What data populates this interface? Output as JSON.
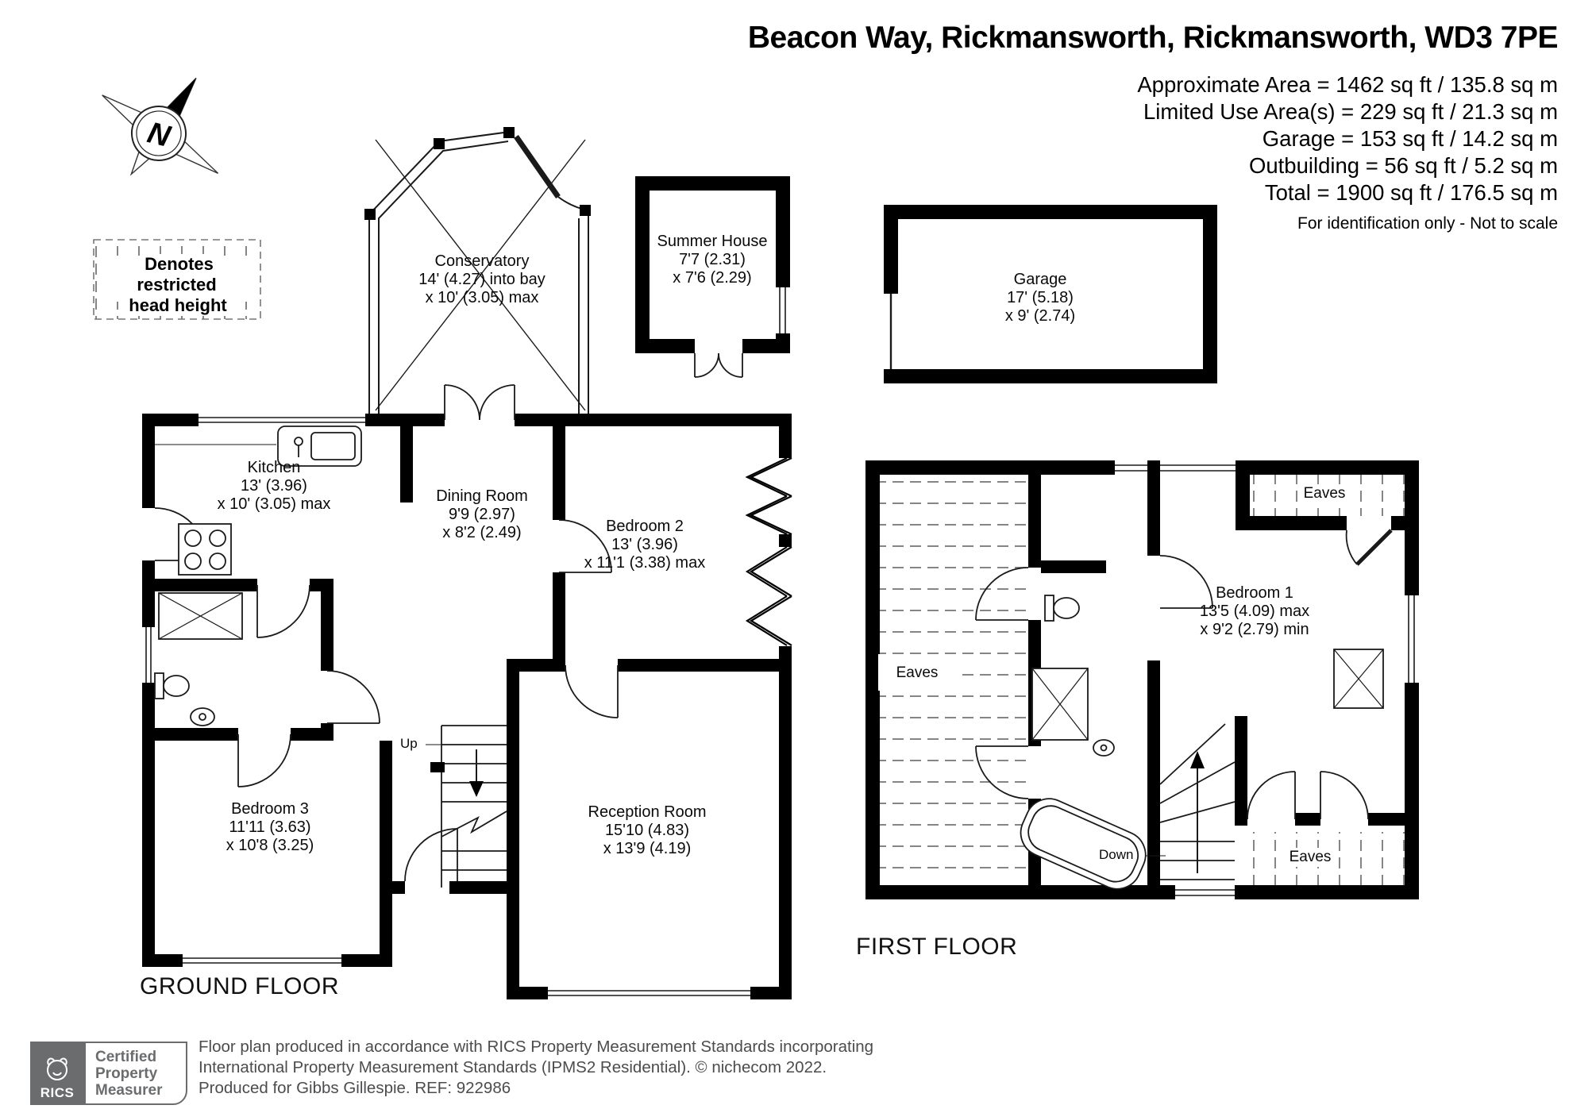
{
  "header": {
    "title": "Beacon Way, Rickmansworth, Rickmansworth, WD3 7PE",
    "area_lines": [
      "Approximate Area = 1462 sq ft / 135.8 sq m",
      "Limited Use Area(s) = 229 sq ft / 21.3 sq m",
      "Garage = 153 sq ft / 14.2 sq m",
      "Outbuilding = 56 sq ft / 5.2 sq m",
      "Total = 1900 sq ft / 176.5 sq m"
    ],
    "disclaimer": "For identification only - Not to scale"
  },
  "legend": {
    "restricted_line1": "Denotes restricted",
    "restricted_line2": "head height",
    "compass_letter": "N"
  },
  "ground_floor": {
    "floor_label": "GROUND FLOOR",
    "stairs_label": "Up",
    "rooms": {
      "conservatory": {
        "name": "Conservatory",
        "dim1": "14' (4.27) into bay",
        "dim2": "x 10' (3.05) max"
      },
      "kitchen": {
        "name": "Kitchen",
        "dim1": "13' (3.96)",
        "dim2": "x 10' (3.05) max"
      },
      "dining_room": {
        "name": "Dining Room",
        "dim1": "9'9 (2.97)",
        "dim2": "x 8'2 (2.49)"
      },
      "bedroom_2": {
        "name": "Bedroom 2",
        "dim1": "13' (3.96)",
        "dim2": "x 11'1 (3.38) max"
      },
      "bedroom_3": {
        "name": "Bedroom 3",
        "dim1": "11'11 (3.63)",
        "dim2": "x 10'8 (3.25)"
      },
      "reception_room": {
        "name": "Reception Room",
        "dim1": "15'10 (4.83)",
        "dim2": "x 13'9 (4.19)"
      }
    }
  },
  "outbuildings": {
    "summer_house": {
      "name": "Summer House",
      "dim1": "7'7 (2.31)",
      "dim2": "x 7'6 (2.29)"
    },
    "garage": {
      "name": "Garage",
      "dim1": "17' (5.18)",
      "dim2": "x 9' (2.74)"
    }
  },
  "first_floor": {
    "floor_label": "FIRST FLOOR",
    "stairs_label": "Down",
    "eaves_label": "Eaves",
    "rooms": {
      "bedroom_1": {
        "name": "Bedroom 1",
        "dim1": "13'5 (4.09) max",
        "dim2": "x 9'2 (2.79) min"
      }
    }
  },
  "footer": {
    "rics_label": "RICS",
    "certified_lines": [
      "Certified",
      "Property",
      "Measurer"
    ],
    "credit_lines": [
      "Floor plan produced in accordance with RICS Property Measurement Standards incorporating",
      "International Property Measurement Standards (IPMS2 Residential).   © nichecom 2022.",
      "Produced for Gibbs Gillespie.   REF: 922986"
    ]
  },
  "colors": {
    "wall": "#000000",
    "hatch": "#6f6f6f",
    "brand_gray": "#6b6c6e",
    "credit_text": "#4c4c4e"
  }
}
